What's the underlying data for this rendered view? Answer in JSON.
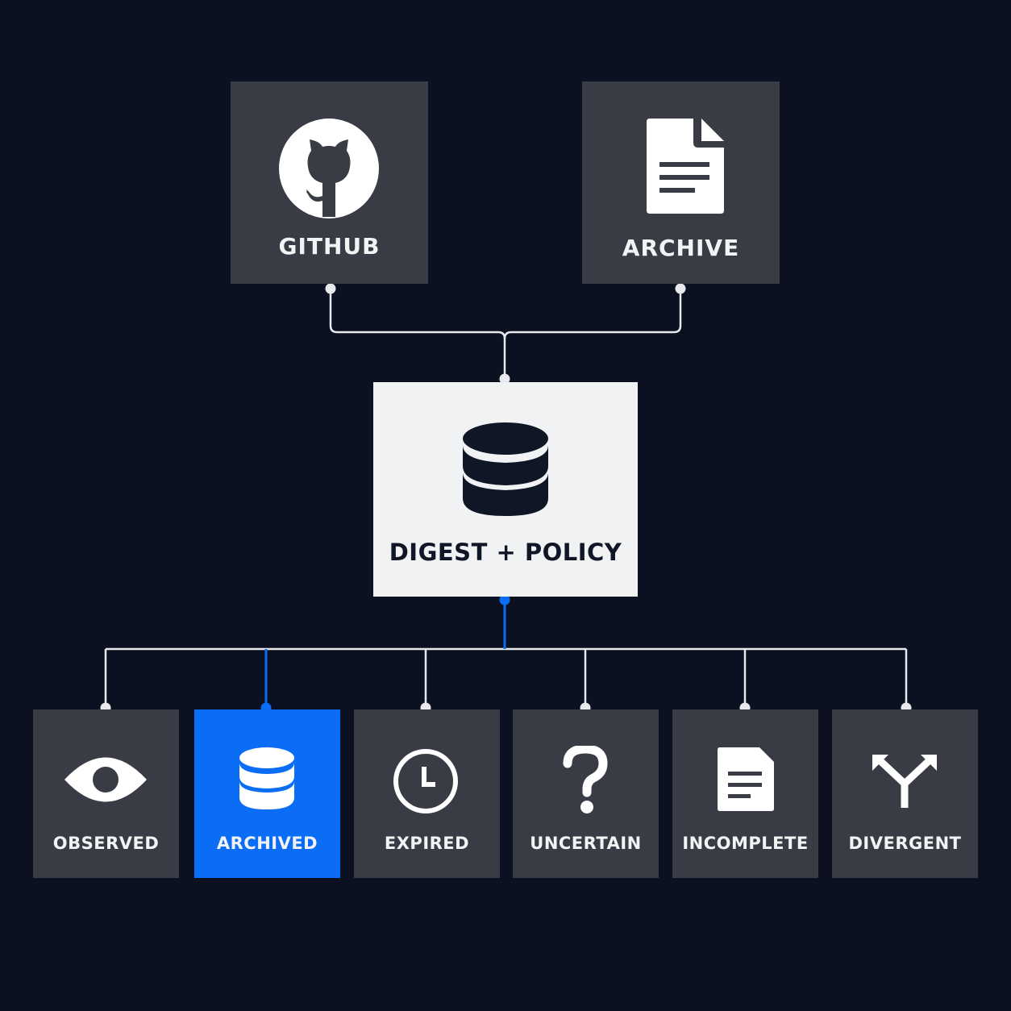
{
  "diagram": {
    "sources": [
      {
        "id": "github",
        "label": "GITHUB",
        "icon": "github-icon"
      },
      {
        "id": "archive",
        "label": "ARCHIVE",
        "icon": "document-icon"
      }
    ],
    "hub": {
      "label": "DIGEST + POLICY",
      "icon": "database-icon"
    },
    "outcomes": [
      {
        "id": "observed",
        "label": "OBSERVED",
        "icon": "eye-icon"
      },
      {
        "id": "archived",
        "label": "ARCHIVED",
        "icon": "database-icon",
        "highlighted": true
      },
      {
        "id": "expired",
        "label": "EXPIRED",
        "icon": "clock-icon"
      },
      {
        "id": "uncertain",
        "label": "UNCERTAIN",
        "icon": "question-mark-icon"
      },
      {
        "id": "incomplete",
        "label": "INCOMPLETE",
        "icon": "document-icon"
      },
      {
        "id": "divergent",
        "label": "DIVERGENT",
        "icon": "fork-arrows-icon"
      }
    ]
  },
  "colors": {
    "background": "#0b1120",
    "node": "#393c44",
    "hub": "#f1f2f4",
    "highlight": "#0b6cf5",
    "connector": "#e8e9ec"
  }
}
